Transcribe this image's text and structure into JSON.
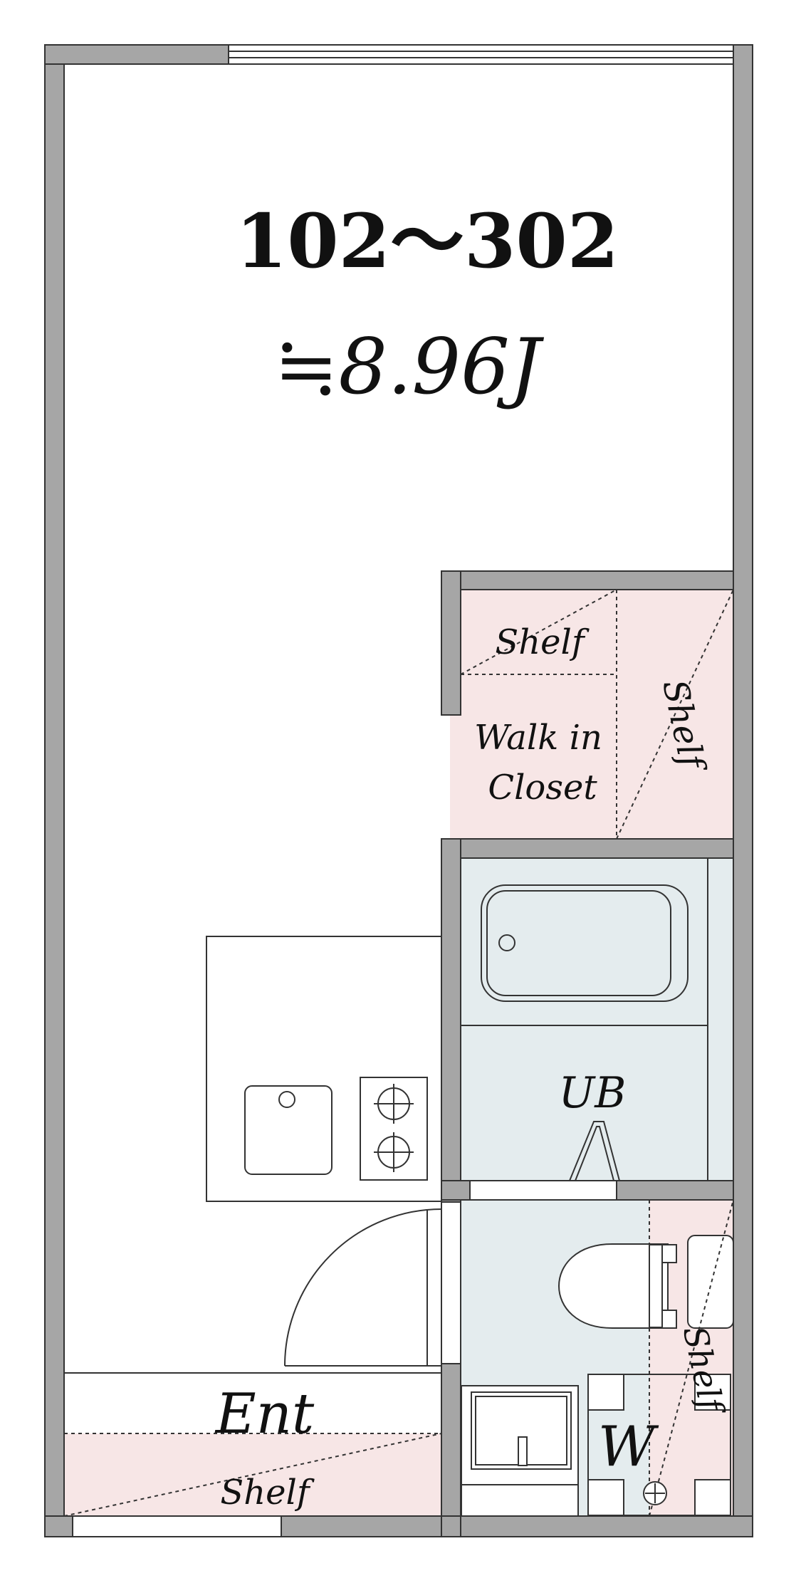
{
  "unit": {
    "number": "102～302",
    "area": "≒8.96J"
  },
  "rooms": {
    "walk_in_closet": "Walk in Closet",
    "walk_in_closet_lines": [
      "Walk in",
      "Closet"
    ],
    "bath": "UB",
    "entrance": "Ent",
    "washer": "W"
  },
  "shelves": {
    "closet_top": "Shelf",
    "closet_side": "Shelf",
    "toilet": "Shelf",
    "entrance": "Shelf"
  },
  "colors": {
    "wall": "#a6a6a6",
    "wall_outline": "#333333",
    "closet_fill": "#f7e6e6",
    "wet_area_fill": "#e4ecee",
    "line": "#333333"
  }
}
